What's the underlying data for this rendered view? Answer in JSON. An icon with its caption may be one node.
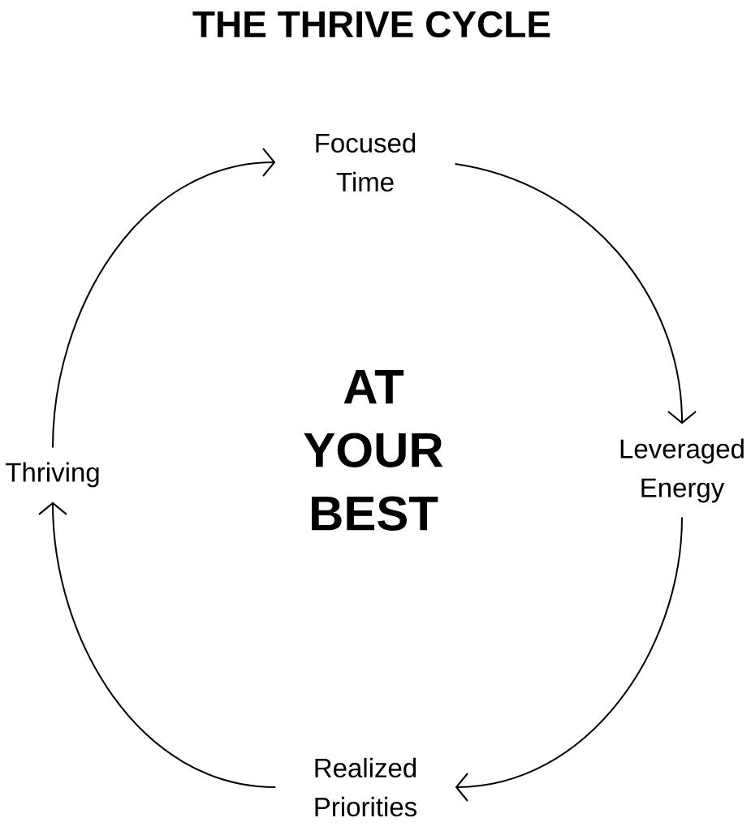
{
  "diagram": {
    "title": "THE THRIVE CYCLE",
    "nodes": [
      {
        "text": [
          "Focused Time"
        ]
      },
      {
        "text": [
          "Leveraged Energy"
        ]
      },
      {
        "text": [
          "Realized Priorities"
        ]
      },
      {
        "text": [
          "Thriving"
        ]
      }
    ],
    "edges": [
      {
        "from": 0,
        "to": 1,
        "arrow": "to"
      },
      {
        "from": 1,
        "to": 2,
        "arrow": "to"
      },
      {
        "from": 2,
        "to": 3,
        "arrow": "to"
      },
      {
        "from": 3,
        "to": 0,
        "arrow": "to"
      }
    ],
    "labels": [
      "AT YOUR BEST"
    ]
  }
}
